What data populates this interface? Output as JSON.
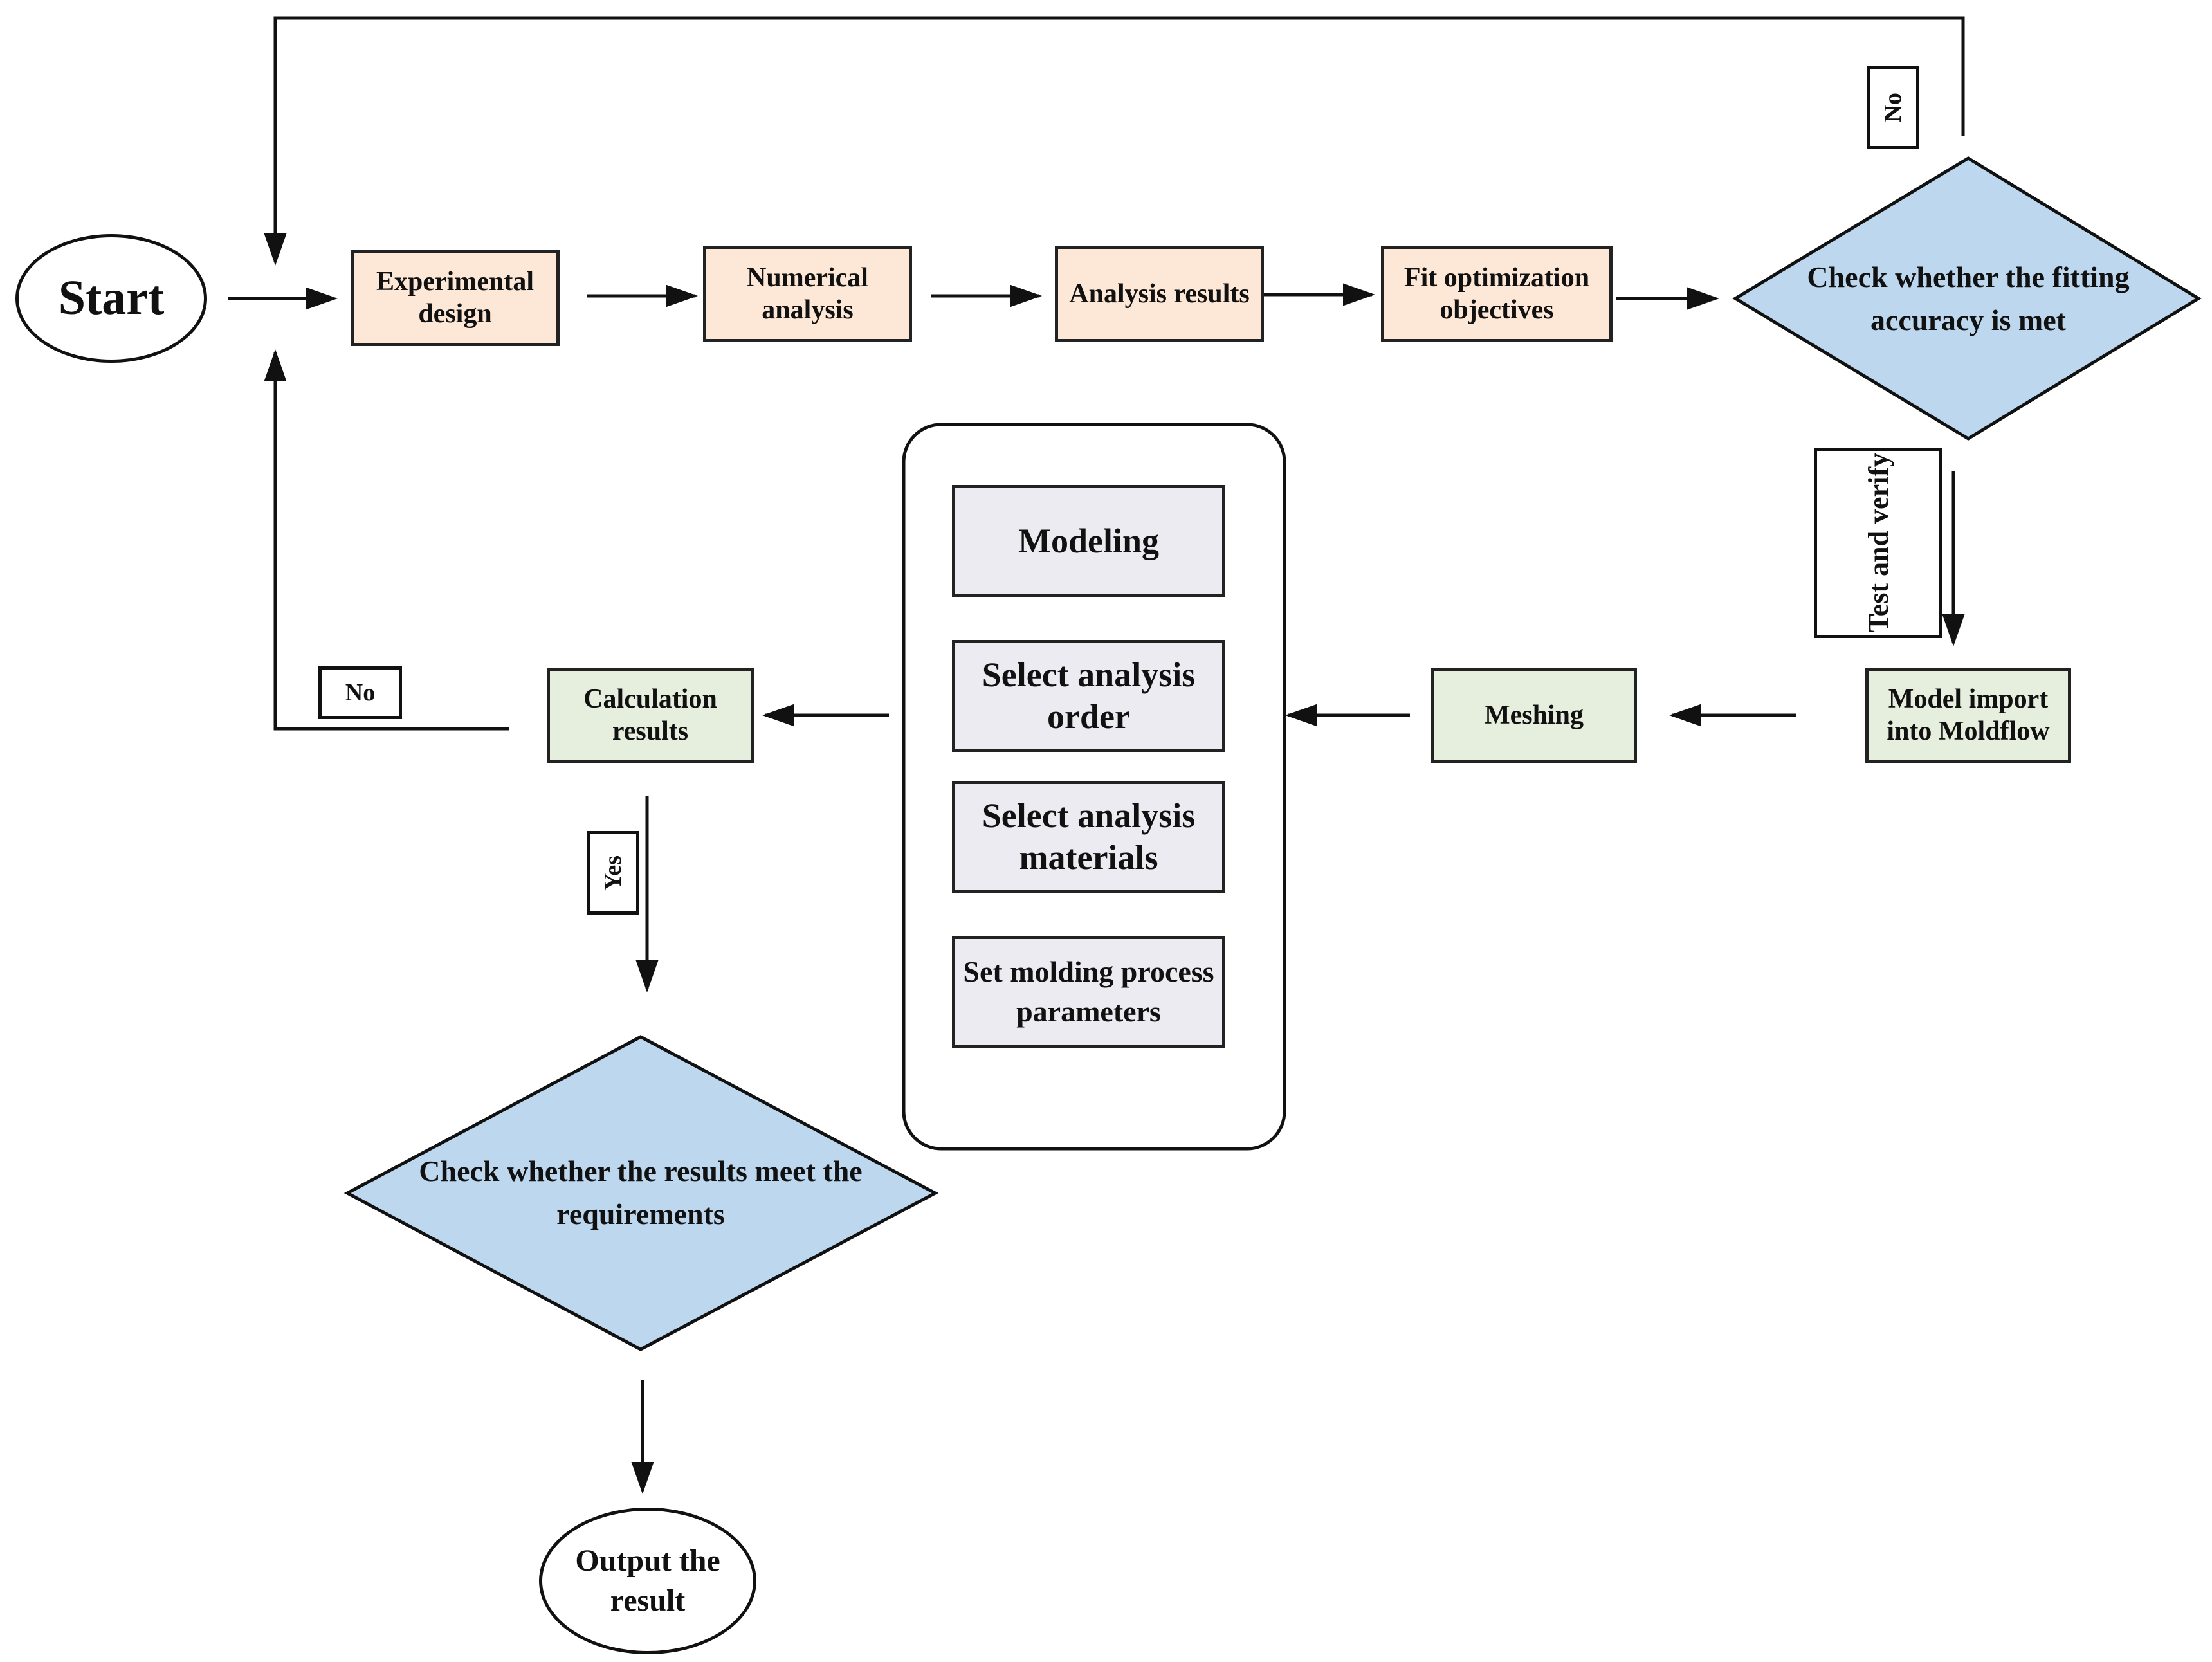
{
  "nodes": {
    "start": "Start",
    "experimental_design": "Experimental design",
    "numerical_analysis": "Numerical analysis",
    "analysis_results": "Analysis results",
    "fit_objectives": "Fit optimization objectives",
    "check_fitting": "Check whether the fitting accuracy is met",
    "test_verify": "Test and verify",
    "model_import": "Model import into Moldflow",
    "meshing": "Meshing",
    "modeling": "Modeling",
    "select_order": "Select analysis order",
    "select_materials": "Select analysis materials",
    "set_parameters": "Set molding process parameters",
    "calculation_results": "Calculation results",
    "check_results": "Check whether the results meet the requirements",
    "output": "Output the result"
  },
  "labels": {
    "no_top": "No",
    "no_left": "No",
    "yes": "Yes"
  },
  "colors": {
    "peach": "#fde7d6",
    "green": "#e6efdd",
    "grey": "#ecebf2",
    "diamond": "#bdd7ee"
  }
}
